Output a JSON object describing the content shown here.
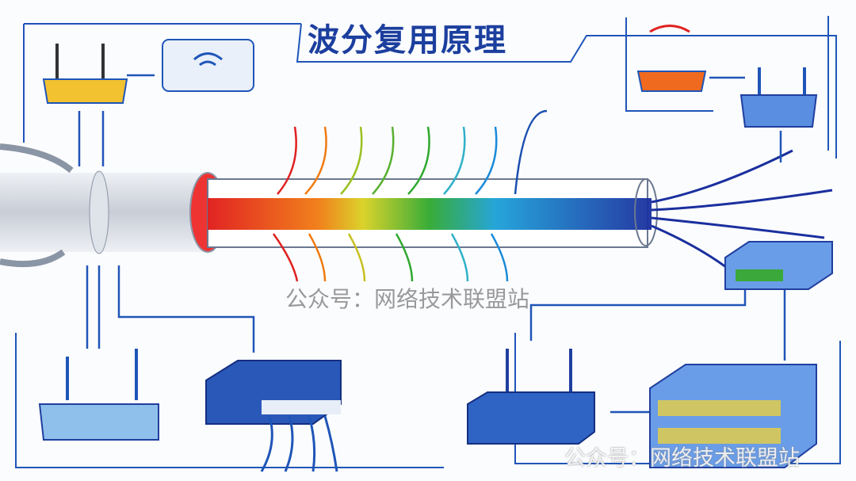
{
  "title": "波分复用原理",
  "watermarks": [
    "公众号：网络技术联盟站",
    "公众号：网络技术联盟站"
  ],
  "colors": {
    "line": "#1f55b8",
    "router_yellow": "#f2c230",
    "router_orange": "#ef6a1e",
    "device_blue": "#2f63c4",
    "fiber_red": "#e02020",
    "fiber_green": "#3aa83a",
    "fiber_blue": "#1e3fb0"
  }
}
